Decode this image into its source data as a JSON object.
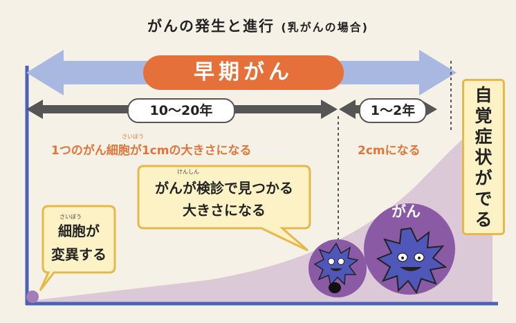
{
  "title": "がんの発生と進行",
  "subtitle": "(乳がんの場合)",
  "early_label": "早期がん",
  "period1": "10〜20年",
  "period2": "1〜2年",
  "stage1_ruby": "さいぼう",
  "stage1_text": "1つのがん細胞が1cmの大きさになる",
  "stage2_text": "2cmになる",
  "symptom_chars": [
    "自",
    "覚",
    "症",
    "状",
    "が",
    "で",
    "る"
  ],
  "bubble_mid_ruby": "けんしん",
  "bubble_mid_line1": "がんが検診で見つかる",
  "bubble_mid_line2": "大きさになる",
  "bubble_left_ruby": "さいぼう",
  "bubble_left_line1": "細胞が",
  "bubble_left_line2": "変異する",
  "cancer_label": "がん",
  "colors": {
    "background": "#f5f1e6",
    "axis": "#4a63b8",
    "early_arrow": "#a9b8e0",
    "early_pill": "#e6703a",
    "text_orange": "#e0753c",
    "bubble_fill": "#fdf1c6",
    "bubble_border": "#e6b84a",
    "growth_area": "#dcc9d7",
    "cancer_purple": "#8a5aa4",
    "cancer_cell": "#4f57b8"
  }
}
